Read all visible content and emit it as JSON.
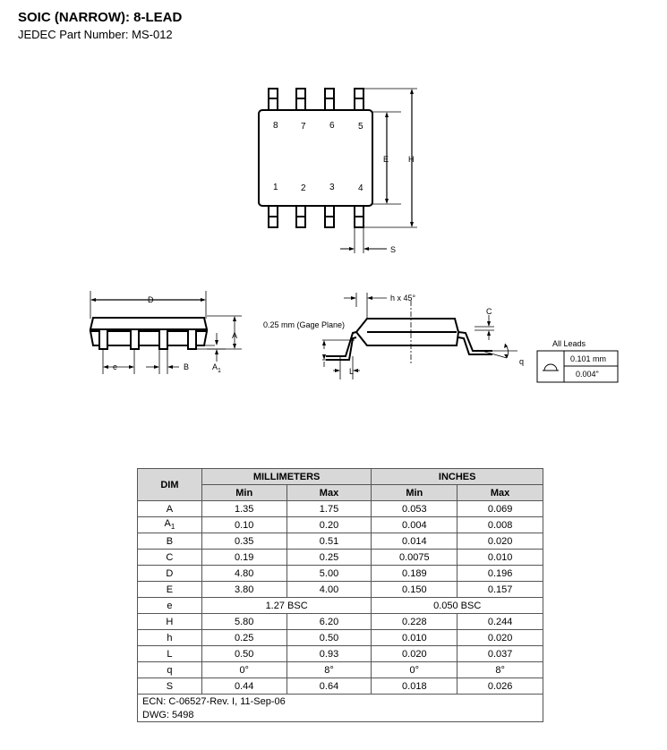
{
  "header": {
    "title": "SOIC (NARROW): 8-LEAD",
    "subtitle": "JEDEC Part Number: MS-012"
  },
  "top_view": {
    "pins_top": [
      "8",
      "7",
      "6",
      "5"
    ],
    "pins_bottom": [
      "1",
      "2",
      "3",
      "4"
    ],
    "label_E": "E",
    "label_H": "H",
    "label_S": "S"
  },
  "side_view": {
    "label_D": "D",
    "label_A": "A",
    "label_e": "e",
    "label_B": "B",
    "label_A1": "A",
    "label_A1_sub": "1"
  },
  "end_view": {
    "label_h": "h x 45°",
    "gage_plane": "0.25 mm (Gage Plane)",
    "label_C": "C",
    "label_L": "L",
    "label_q": "q"
  },
  "coplanarity": {
    "title": "All Leads",
    "mm": "0.101 mm",
    "inch": "0.004\""
  },
  "table": {
    "dim_header": "DIM",
    "mm_header": "MILLIMETERS",
    "in_header": "INCHES",
    "min": "Min",
    "max": "Max",
    "rows": [
      {
        "dim": "A",
        "sub": "",
        "mm_min": "1.35",
        "mm_max": "1.75",
        "in_min": "0.053",
        "in_max": "0.069"
      },
      {
        "dim": "A",
        "sub": "1",
        "mm_min": "0.10",
        "mm_max": "0.20",
        "in_min": "0.004",
        "in_max": "0.008"
      },
      {
        "dim": "B",
        "sub": "",
        "mm_min": "0.35",
        "mm_max": "0.51",
        "in_min": "0.014",
        "in_max": "0.020"
      },
      {
        "dim": "C",
        "sub": "",
        "mm_min": "0.19",
        "mm_max": "0.25",
        "in_min": "0.0075",
        "in_max": "0.010"
      },
      {
        "dim": "D",
        "sub": "",
        "mm_min": "4.80",
        "mm_max": "5.00",
        "in_min": "0.189",
        "in_max": "0.196"
      },
      {
        "dim": "E",
        "sub": "",
        "mm_min": "3.80",
        "mm_max": "4.00",
        "in_min": "0.150",
        "in_max": "0.157"
      },
      {
        "dim": "e",
        "sub": "",
        "mm_bsc": "1.27 BSC",
        "in_bsc": "0.050 BSC"
      },
      {
        "dim": "H",
        "sub": "",
        "mm_min": "5.80",
        "mm_max": "6.20",
        "in_min": "0.228",
        "in_max": "0.244"
      },
      {
        "dim": "h",
        "sub": "",
        "mm_min": "0.25",
        "mm_max": "0.50",
        "in_min": "0.010",
        "in_max": "0.020"
      },
      {
        "dim": "L",
        "sub": "",
        "mm_min": "0.50",
        "mm_max": "0.93",
        "in_min": "0.020",
        "in_max": "0.037"
      },
      {
        "dim": "q",
        "sub": "",
        "mm_min": "0°",
        "mm_max": "8°",
        "in_min": "0°",
        "in_max": "8°"
      },
      {
        "dim": "S",
        "sub": "",
        "mm_min": "0.44",
        "mm_max": "0.64",
        "in_min": "0.018",
        "in_max": "0.026"
      }
    ],
    "ecn": "ECN: C-06527-Rev. I, 11-Sep-06",
    "dwg": "DWG: 5498"
  }
}
